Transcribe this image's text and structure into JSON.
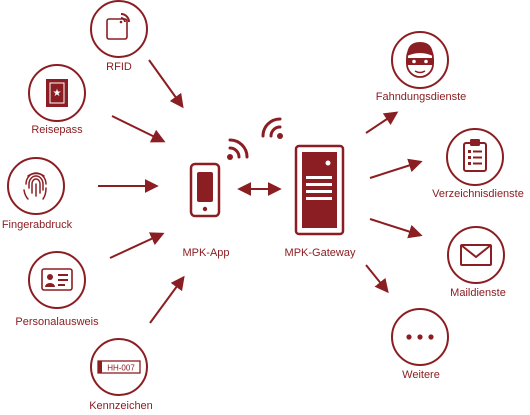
{
  "colors": {
    "primary": "#8b1e22",
    "background": "#ffffff"
  },
  "inputs": [
    {
      "label": "RFID",
      "icon": "rfid-card-icon"
    },
    {
      "label": "Reisepass",
      "icon": "passport-icon"
    },
    {
      "label": "Fingerabdruck",
      "icon": "fingerprint-icon"
    },
    {
      "label": "Personalausweis",
      "icon": "id-card-icon"
    },
    {
      "label": "Kennzeichen",
      "icon": "license-plate-icon",
      "plate_text": "HH-007"
    }
  ],
  "app": {
    "label": "MPK-App",
    "icon": "smartphone-icon"
  },
  "gateway": {
    "label": "MPK-Gateway",
    "icon": "server-icon"
  },
  "services": [
    {
      "label": "Fahndungsdienste",
      "icon": "masked-person-icon"
    },
    {
      "label": "Verzeichnisdienste",
      "icon": "clipboard-icon"
    },
    {
      "label": "Maildienste",
      "icon": "envelope-icon"
    },
    {
      "label": "Weitere",
      "icon": "more-dots-icon"
    }
  ]
}
